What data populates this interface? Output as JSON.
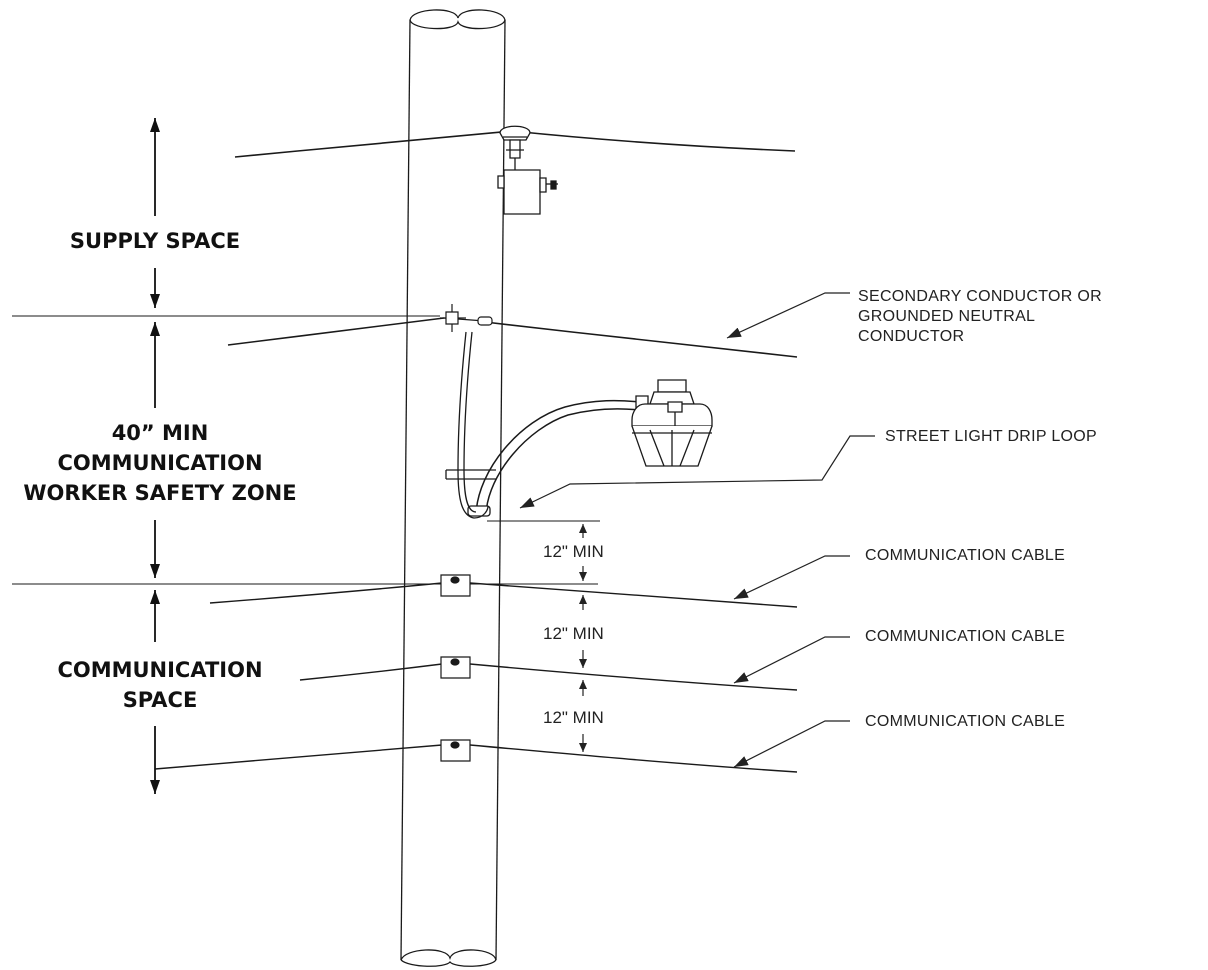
{
  "zones": {
    "supply": "SUPPLY SPACE",
    "safety_line1": "40” MIN",
    "safety_line2": "COMMUNICATION",
    "safety_line3": "WORKER SAFETY ZONE",
    "comm_line1": "COMMUNICATION",
    "comm_line2": "SPACE"
  },
  "callouts": {
    "secondary_line1": "SECONDARY CONDUCTOR OR",
    "secondary_line2": "GROUNDED NEUTRAL",
    "secondary_line3": "CONDUCTOR",
    "drip_loop": "STREET LIGHT DRIP LOOP",
    "comm_cable_1": "COMMUNICATION CABLE",
    "comm_cable_2": "COMMUNICATION CABLE",
    "comm_cable_3": "COMMUNICATION CABLE"
  },
  "dimensions": {
    "gap_1": "12\" MIN",
    "gap_2": "12\" MIN",
    "gap_3": "12\" MIN"
  },
  "colors": {
    "line": "#1a1a1a",
    "text": "#111111"
  }
}
